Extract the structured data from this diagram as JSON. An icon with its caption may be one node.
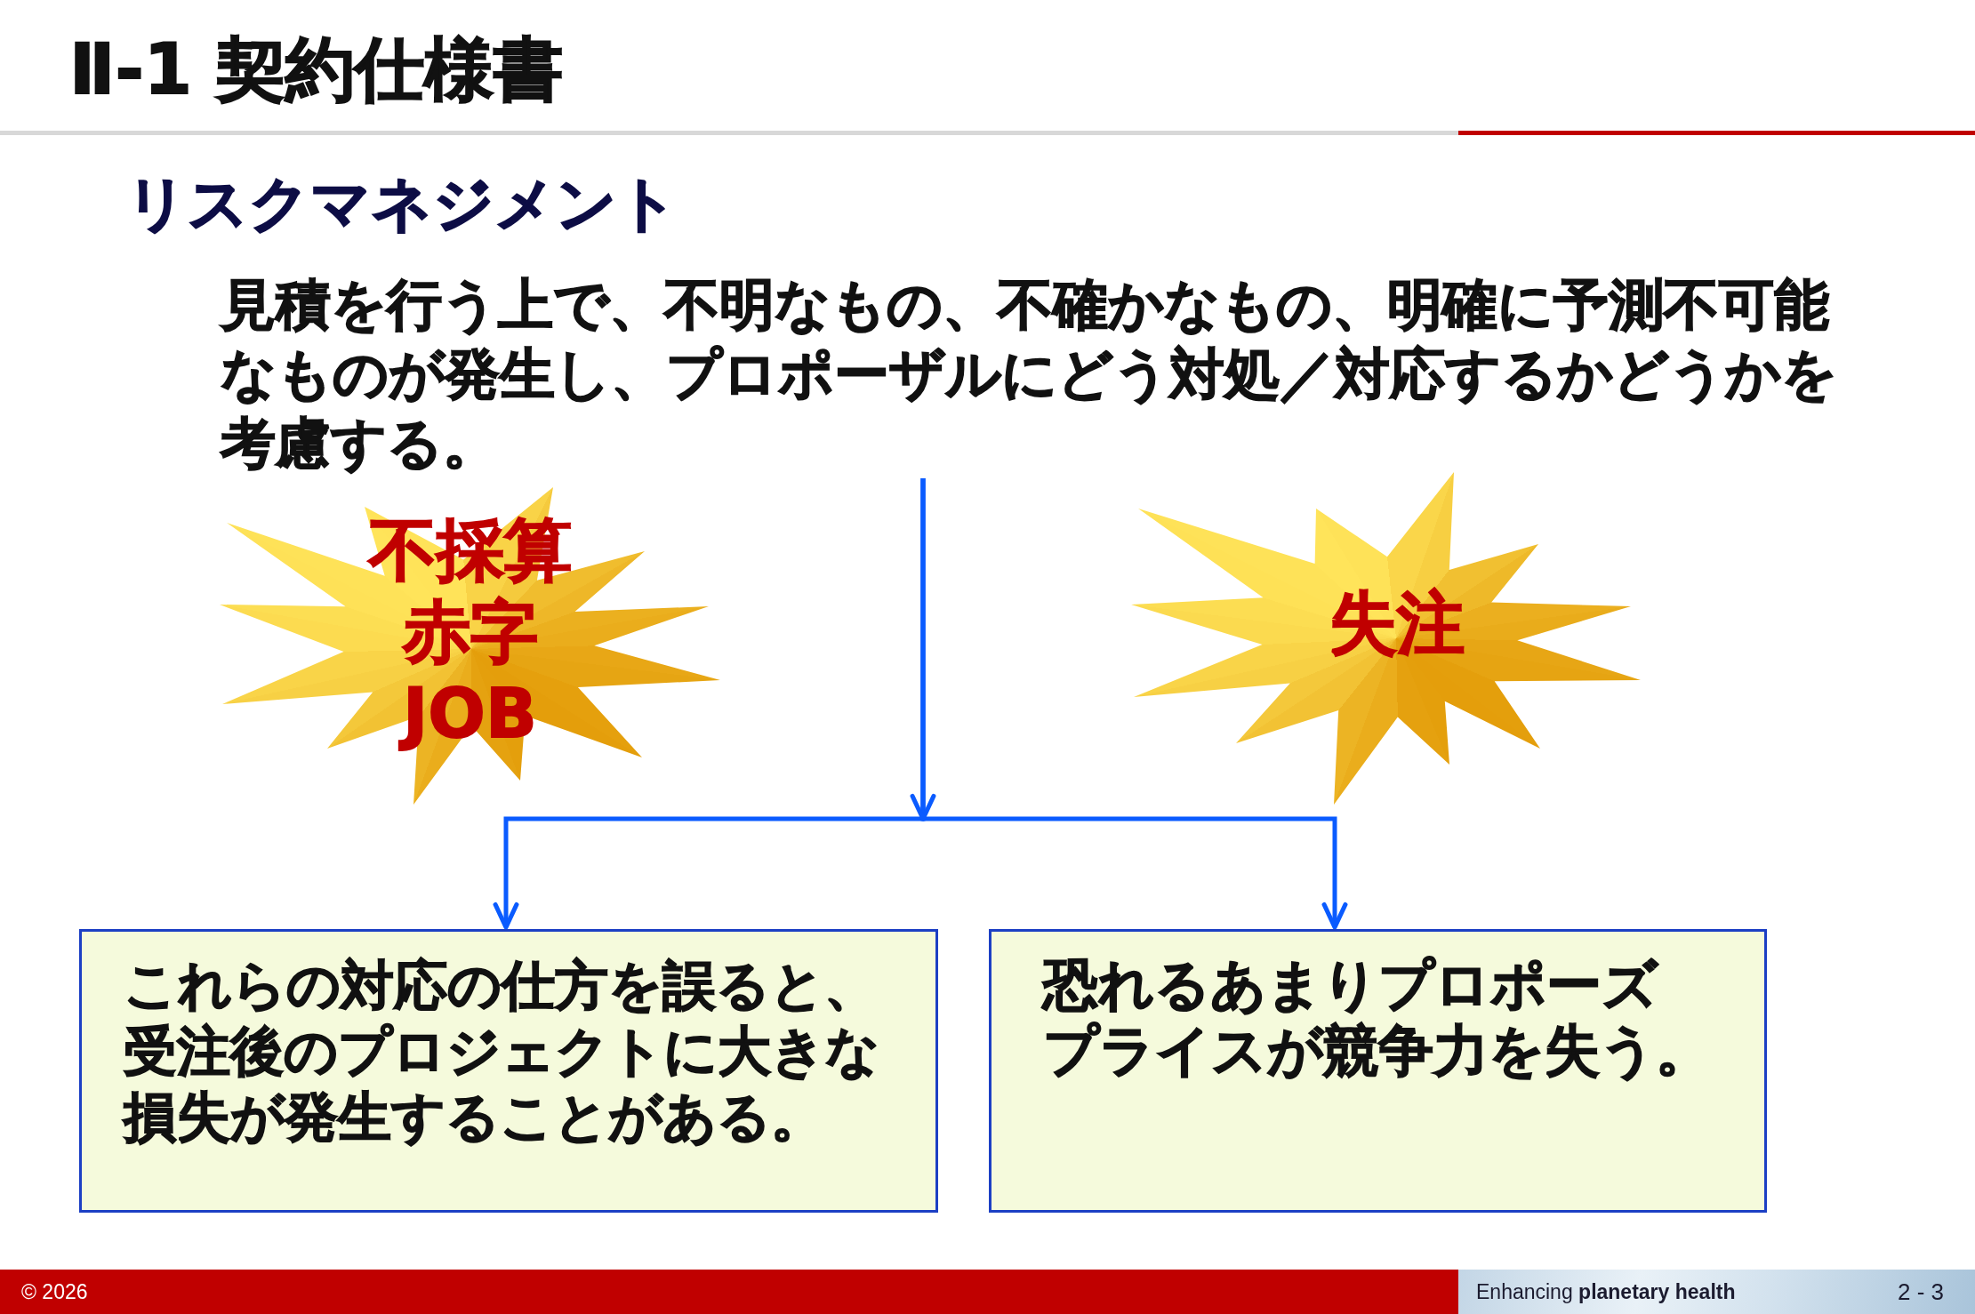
{
  "diagram": {
    "title": "Ⅱ-1 契約仕様書",
    "nodes": [
      {
        "text": [
          "見積を行う上で、不明なもの、不確かなもの、明確に予測不可能なものが発生し、プロポーザルにどう対処／対応するかどうかを考慮する。"
        ]
      },
      {
        "text": [
          "不採算",
          "赤字",
          "JOB"
        ]
      },
      {
        "text": [
          "失注"
        ]
      },
      {
        "text": [
          "これらの対応の仕方を誤ると、受注後のプロジェクトに大きな損失が発生することがある。"
        ]
      },
      {
        "text": [
          "恐れるあまりプロポーズプライスが競争力を失う。"
        ]
      }
    ],
    "edges": [
      {
        "from": 0,
        "to": 3,
        "arrow": "to"
      },
      {
        "from": 0,
        "to": 4,
        "arrow": "to"
      }
    ],
    "labels": [
      "リスクマネジメント",
      "© 2026",
      "Enhancing **planetary health**",
      "2 - 3"
    ]
  }
}
